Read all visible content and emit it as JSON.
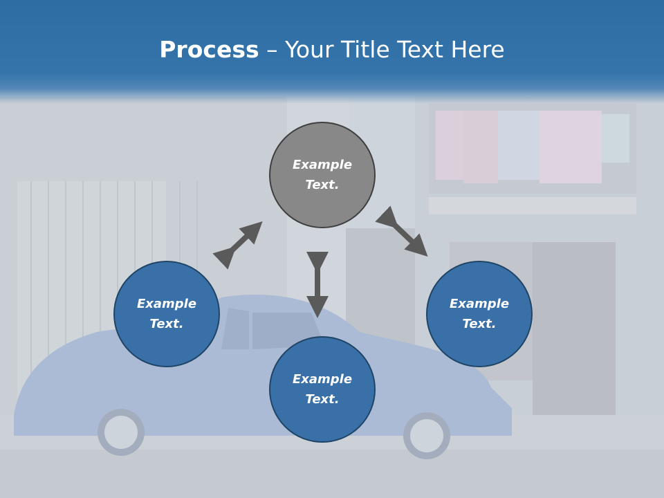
{
  "slide": {
    "title_bold": "Process",
    "title_rest": " – Your Title Text Here",
    "nodes": {
      "top": "Example Text.",
      "left": "Example Text.",
      "right": "Example Text.",
      "bottom": "Example Text."
    }
  },
  "colors": {
    "header": "#2d6da3",
    "node_blue": "#3a70a8",
    "node_gray": "#888888",
    "arrow": "#5a5a5a"
  }
}
